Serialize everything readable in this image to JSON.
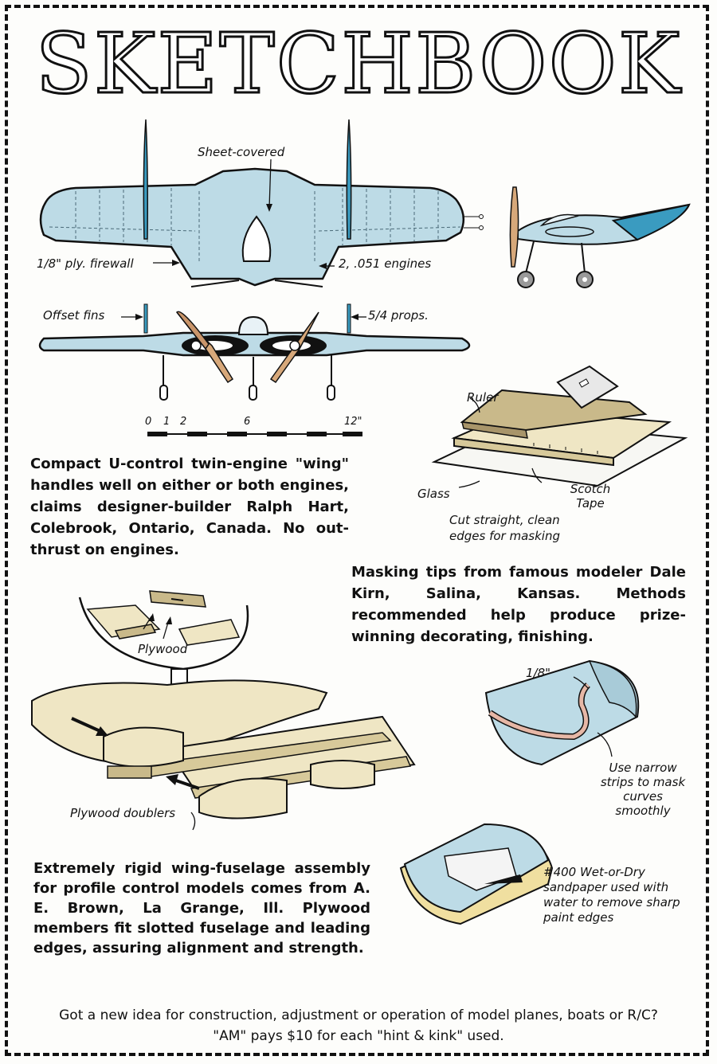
{
  "title": "SKETCHBOOK",
  "plane_labels": {
    "sheet_covered": "Sheet-covered",
    "firewall": "1/8\" ply. firewall",
    "engines": "2, .051 engines",
    "offset_fins": "Offset fins",
    "props": "5/4 props.",
    "scale_ticks": [
      "0",
      "1",
      "2",
      "6",
      "12\""
    ]
  },
  "masking_labels": {
    "ruler": "Ruler",
    "glass": "Glass",
    "scotch_tape": "Scotch Tape",
    "cut_caption": "Cut straight, clean edges for masking",
    "one_eighth": "1/8\"",
    "narrow_strips": "Use narrow strips to mask curves smoothly",
    "sandpaper": "#400 Wet-or-Dry sandpaper used with water to remove sharp paint edges"
  },
  "assembly_labels": {
    "plywood": "Plywood",
    "plywood_doublers": "Plywood doublers"
  },
  "paragraphs": {
    "wing": "Compact U-control twin-engine \"wing\" handles well on either or both engines, claims designer-builder Ralph Hart, Colebrook, Ontario, Canada. No out-thrust on engines.",
    "masking": "Masking tips from famous modeler Dale Kirn, Salina, Kansas. Methods recommended help produce prize-winning decorating, finishing.",
    "assembly": "Extremely rigid wing-fuselage assembly for profile control models comes from A. E. Brown, La Grange, Ill. Plywood members fit slotted fuselage and leading edges, assuring alignment and strength."
  },
  "footer": "Got a new idea for construction, adjustment or operation of model planes, boats or R/C? \"AM\" pays $10 for each \"hint & kink\" used.",
  "colors": {
    "wing_blue": "#bddbe6",
    "fin_blue": "#3a9bc0",
    "wood": "#efe6c4",
    "wood_dark": "#c9b98a",
    "ink": "#111111",
    "tape": "#e6b7a6"
  }
}
